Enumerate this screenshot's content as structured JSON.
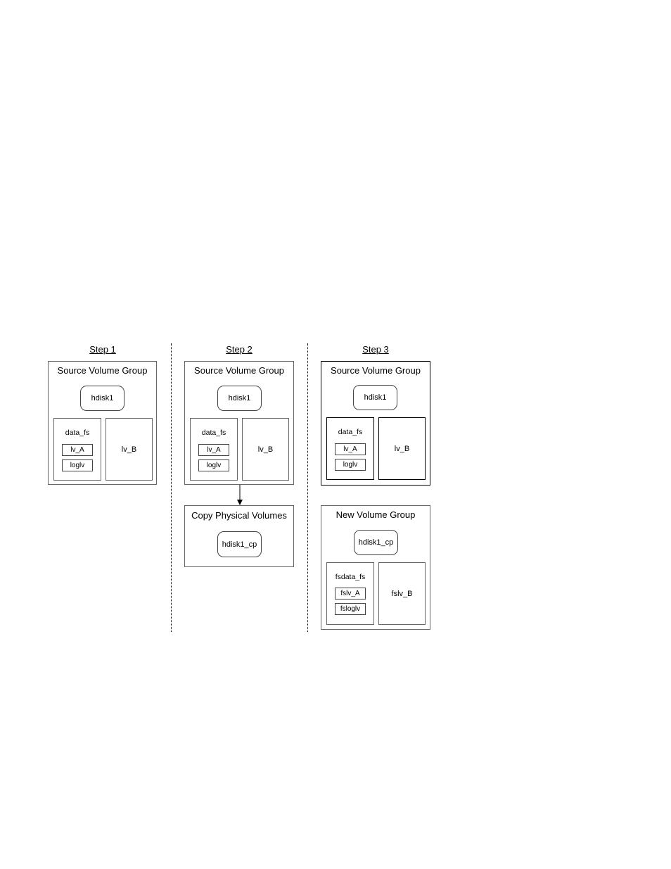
{
  "steps": [
    {
      "title": "Step 1",
      "group": {
        "title": "Source Volume Group",
        "disk": "hdisk1",
        "fs": {
          "name": "data_fs",
          "lvs": [
            "lv_A",
            "loglv"
          ]
        },
        "lv_big": "lv_B"
      }
    },
    {
      "title": "Step 2",
      "group": {
        "title": "Source Volume Group",
        "disk": "hdisk1",
        "fs": {
          "name": "data_fs",
          "lvs": [
            "lv_A",
            "loglv"
          ]
        },
        "lv_big": "lv_B"
      },
      "copy": {
        "title": "Copy Physical Volumes",
        "disk": "hdisk1_cp"
      }
    },
    {
      "title": "Step 3",
      "group": {
        "title": "Source Volume Group",
        "disk": "hdisk1",
        "fs": {
          "name": "data_fs",
          "lvs": [
            "lv_A",
            "loglv"
          ]
        },
        "lv_big": "lv_B"
      },
      "new_group": {
        "title": "New Volume Group",
        "disk": "hdisk1_cp",
        "fs": {
          "name": "fsdata_fs",
          "lvs": [
            "fslv_A",
            "fsloglv"
          ]
        },
        "lv_big": "fslv_B"
      }
    }
  ]
}
